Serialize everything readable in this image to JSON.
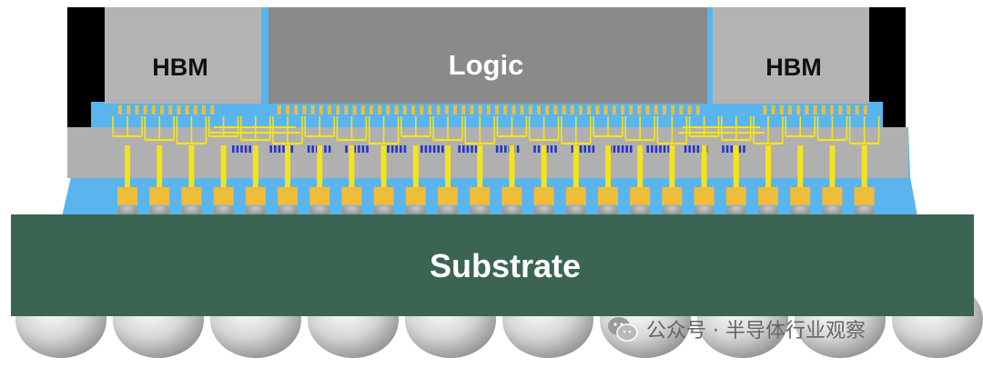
{
  "labels": {
    "hbm_left": "HBM",
    "logic": "Logic",
    "hbm_right": "HBM",
    "substrate": "Substrate"
  },
  "watermark": {
    "icon": "wechat-icon",
    "text": "公众号 · 半导体行业观察"
  },
  "colors": {
    "hbm": "#b3b3b3",
    "logic": "#8a8a8a",
    "mold": "#000000",
    "underfill": "#5ab4ee",
    "interposer": "#b0b0b0",
    "trace": "#f5e31b",
    "pad": "#efbd39",
    "tsv_mark": "#2438c7",
    "substrate": "#3b6552",
    "solder_ball": "#c9c9c9"
  }
}
